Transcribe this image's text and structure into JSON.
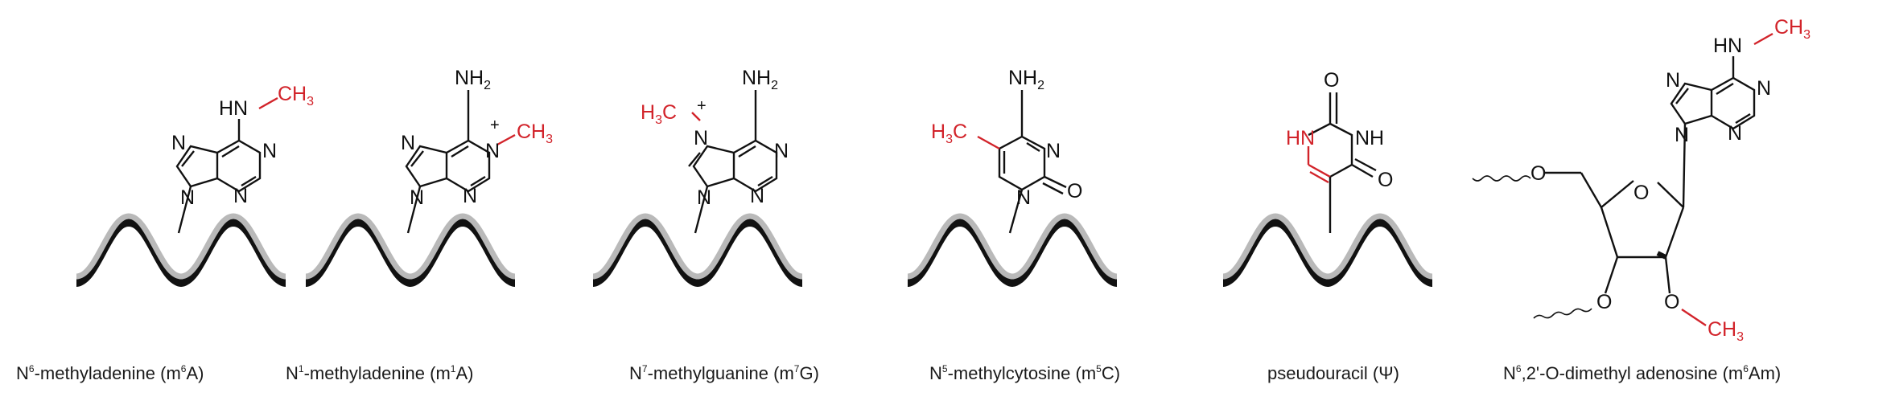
{
  "colors": {
    "bond": "#111111",
    "modification": "#d2232a",
    "strand_fill": "#b9b9b9"
  },
  "molecules": [
    {
      "caption": {
        "pre": "N",
        "sup": "6",
        "mid": "-methyladenine (m",
        "sup2": "6",
        "post": "A)"
      }
    },
    {
      "caption": {
        "pre": "N",
        "sup": "1",
        "mid": "-methyladenine (m",
        "sup2": "1",
        "post": "A)"
      }
    },
    {
      "caption": {
        "pre": "N",
        "sup": "7",
        "mid": "-methylguanine (m",
        "sup2": "7",
        "post": "G)"
      }
    },
    {
      "caption": {
        "pre": "N",
        "sup": "5",
        "mid": "-methylcytosine (m",
        "sup2": "5",
        "post": "C)"
      }
    },
    {
      "caption": {
        "pre": "pseudouracil (Ψ)",
        "sup": "",
        "mid": "",
        "sup2": "",
        "post": ""
      }
    },
    {
      "caption": {
        "pre": "N",
        "sup": "6",
        "mid": ",2'-O-dimethyl adenosine (m",
        "sup2": "6",
        "post": "Am)"
      }
    }
  ],
  "atoms": {
    "N": "N",
    "NH": "NH",
    "HN": "HN",
    "NH2": "NH",
    "sub2": "2",
    "O": "O",
    "CH3": "CH",
    "sub3": "3",
    "H3C": "H",
    "H3C_sub": "3",
    "H3C_c": "C",
    "plus": "+"
  }
}
